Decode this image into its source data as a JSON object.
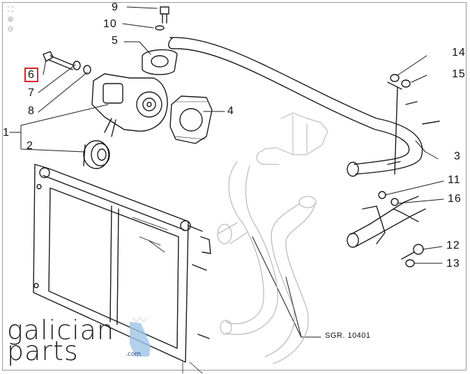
{
  "toolbar": {
    "tools": [
      {
        "name": "fit-page-icon",
        "glyph": "⛶"
      },
      {
        "name": "zoom-in-icon",
        "glyph": "⊕"
      },
      {
        "name": "zoom-out-icon",
        "glyph": "⊖"
      }
    ]
  },
  "callouts": {
    "c1": "1",
    "c2": "2",
    "c3": "3",
    "c4": "4",
    "c5": "5",
    "c6": "6",
    "c7": "7",
    "c8": "8",
    "c9": "9",
    "c10": "10",
    "c11": "11",
    "c12": "12",
    "c13": "13",
    "c14": "14",
    "c15": "15",
    "c16": "16"
  },
  "selected_callout": "6",
  "reference_code": "SGR. 10401",
  "watermark": {
    "line1": "galician",
    "line2": "parts",
    "domain": ".com",
    "accent_color": "#9fc3e6"
  },
  "colors": {
    "selection": "#e0202a",
    "line": "#1a1a1a",
    "faint": "#bdbdbd"
  }
}
